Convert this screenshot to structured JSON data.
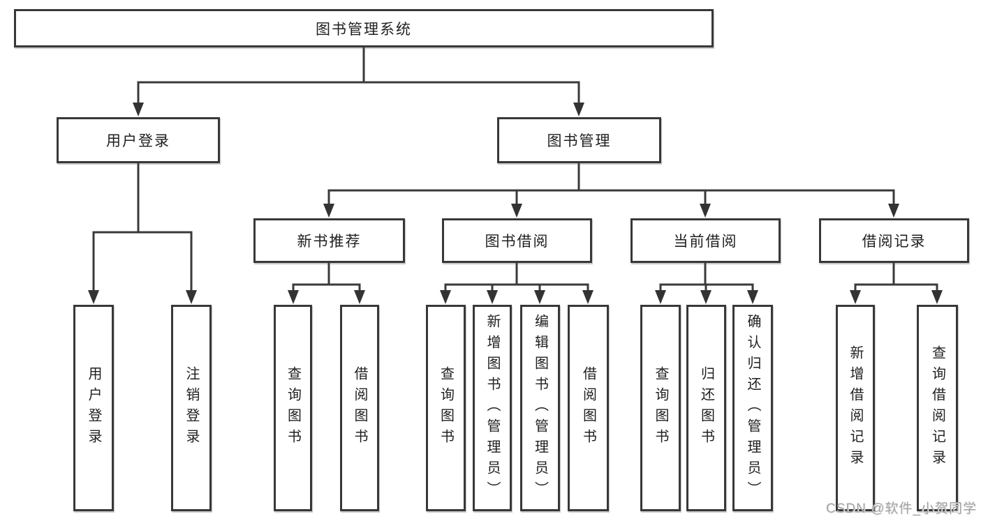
{
  "diagram": {
    "root": {
      "label": "图书管理系统"
    },
    "level2": [
      {
        "label": "用户登录"
      },
      {
        "label": "图书管理"
      }
    ],
    "level3": [
      {
        "label": "新书推荐"
      },
      {
        "label": "图书借阅"
      },
      {
        "label": "当前借阅"
      },
      {
        "label": "借阅记录"
      }
    ],
    "leaves": {
      "user_login": [
        {
          "label": "用户登录"
        },
        {
          "label": "注销登录"
        }
      ],
      "new_book": [
        {
          "label": "查询图书"
        },
        {
          "label": "借阅图书"
        }
      ],
      "book_borrow": [
        {
          "label": "查询图书"
        },
        {
          "label": "新增图书（管理员）"
        },
        {
          "label": "编辑图书（管理员）"
        },
        {
          "label": "借阅图书"
        }
      ],
      "current_borrow": [
        {
          "label": "查询图书"
        },
        {
          "label": "归还图书"
        },
        {
          "label": "确认归还（管理员）"
        }
      ],
      "borrow_records": [
        {
          "label": "新增借阅记录"
        },
        {
          "label": "查询借阅记录"
        }
      ]
    },
    "colors": {
      "line": "#3a3a3a",
      "text": "#1f1f1f",
      "watermark": "#a3a3a3"
    }
  },
  "watermark": {
    "text": "CSDN @软件_小贺同学"
  }
}
